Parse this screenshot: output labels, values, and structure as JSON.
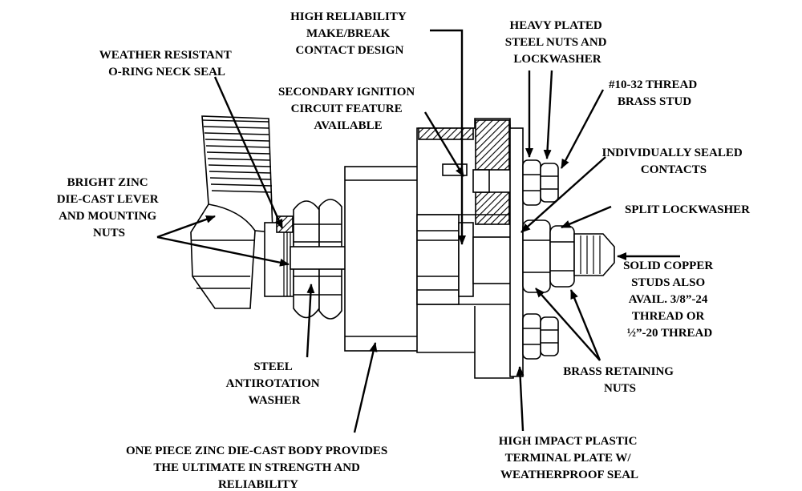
{
  "diagram": {
    "labels": {
      "contact_design": [
        "HIGH RELIABILITY",
        "MAKE/BREAK",
        "CONTACT DESIGN"
      ],
      "plated_nuts": [
        "HEAVY PLATED",
        "STEEL NUTS AND",
        "LOCKWASHER"
      ],
      "oring_seal": [
        "WEATHER RESISTANT",
        "O-RING NECK SEAL"
      ],
      "secondary_ignition": [
        "SECONDARY IGNITION",
        "CIRCUIT FEATURE",
        "AVAILABLE"
      ],
      "brass_stud": [
        "#10-32 THREAD",
        "BRASS STUD"
      ],
      "sealed_contacts": [
        "INDIVIDUALLY SEALED",
        "CONTACTS"
      ],
      "zinc_lever": [
        "BRIGHT ZINC",
        "DIE-CAST LEVER",
        "AND MOUNTING",
        "NUTS"
      ],
      "split_lockwasher": [
        "SPLIT LOCKWASHER"
      ],
      "copper_studs": [
        "SOLID COPPER",
        "STUDS ALSO",
        "AVAIL. 3/8”-24",
        "THREAD OR",
        "½”-20 THREAD"
      ],
      "antirotation_washer": [
        "STEEL",
        "ANTIROTATION",
        "WASHER"
      ],
      "retaining_nuts": [
        "BRASS RETAINING",
        "NUTS"
      ],
      "zinc_body": [
        "ONE PIECE ZINC DIE-CAST BODY PROVIDES",
        "THE ULTIMATE IN STRENGTH AND",
        "RELIABILITY"
      ],
      "terminal_plate": [
        "HIGH IMPACT PLASTIC",
        "TERMINAL PLATE W/",
        "WEATHERPROOF SEAL"
      ]
    }
  }
}
